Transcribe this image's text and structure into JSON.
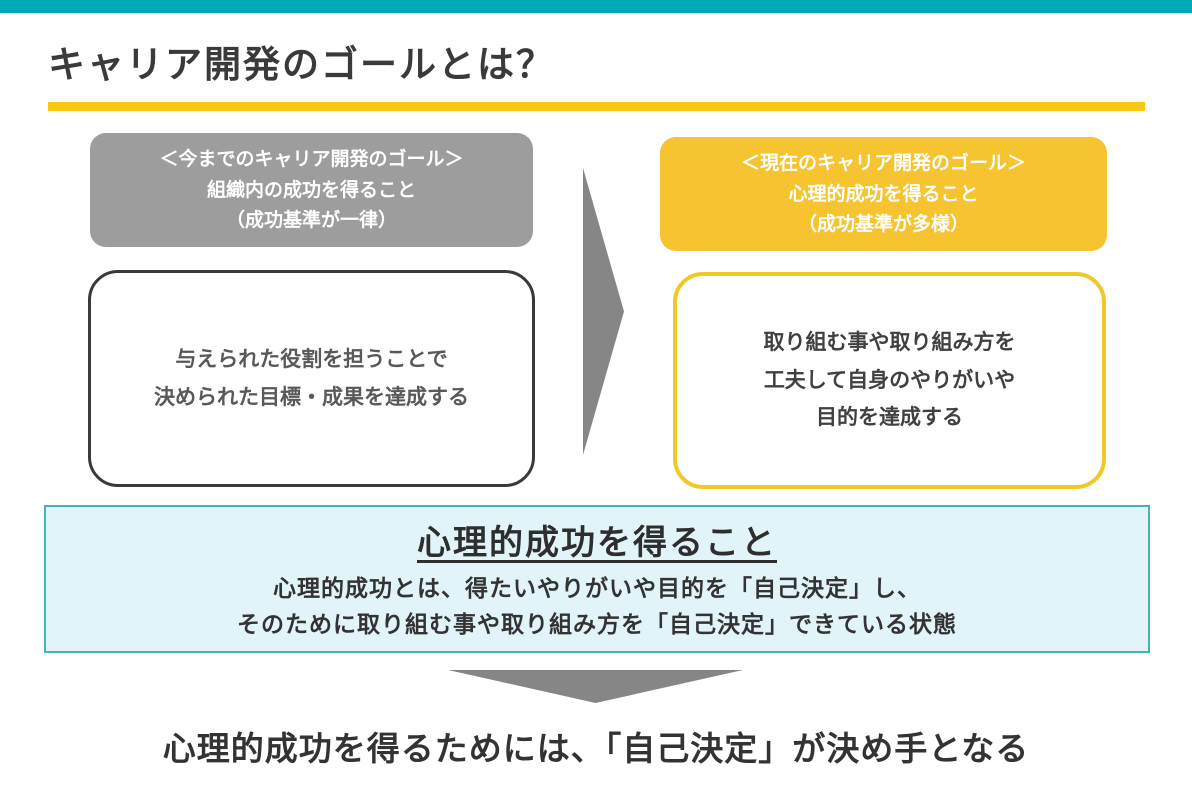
{
  "slide": {
    "title": "キャリア開発のゴールとは？",
    "past": {
      "header": {
        "line1": "＜今までのキャリア開発のゴール＞",
        "line2": "組織内の成功を得ること",
        "line3": "（成功基準が一律）"
      },
      "body": {
        "line1": "与えられた役割を担うことで",
        "line2": "決められた目標・成果を達成する"
      }
    },
    "present": {
      "header": {
        "line1": "＜現在のキャリア開発のゴール＞",
        "line2": "心理的成功を得ること",
        "line3": "（成功基準が多様）"
      },
      "body": {
        "line1": "取り組む事や取り組み方を",
        "line2": "工夫して自身のやりがいや",
        "line3": "目的を達成する"
      }
    },
    "summary": {
      "heading": "心理的成功を得ること",
      "line1": "心理的成功とは、得たいやりがいや目的を「自己決定」し、",
      "line2": "そのために取り組む事や取り組み方を「自己決定」できている状態"
    },
    "conclusion": "心理的成功を得るためには、「自己決定」が決め手となる"
  },
  "colors": {
    "accent_teal": "#00A9B7",
    "accent_yellow": "#F6C431",
    "underline_yellow": "#FAC614",
    "gray_box": "#9D9D9D",
    "arrow_gray": "#868686",
    "summary_bg": "#E1F5F8",
    "summary_border": "#46B2BF"
  }
}
